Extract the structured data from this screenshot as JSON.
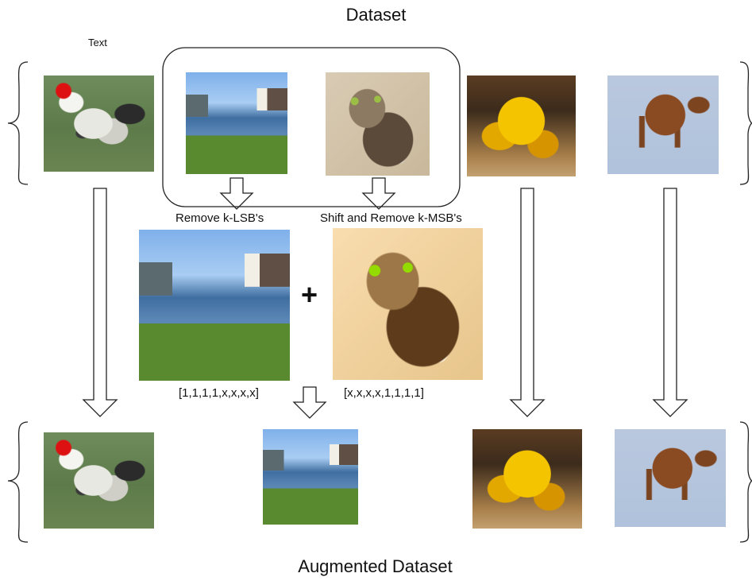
{
  "titles": {
    "top": "Dataset",
    "bottom": "Augmented Dataset"
  },
  "labels": {
    "text_placeholder": "Text",
    "remove_lsb": "Remove k-LSB's",
    "shift_remove_msb": "Shift and Remove k-MSB's",
    "lsb_mask": "[1,1,1,1,x,x,x,x]",
    "msb_mask": "[x,x,x,x,1,1,1,1]",
    "plus": "+"
  },
  "images": {
    "top_row": [
      "rooster",
      "river",
      "cat",
      "yellow-car",
      "brown-deer"
    ],
    "middle_row": [
      "river-lsb-removed",
      "cat-msb-shifted"
    ],
    "bottom_row": [
      "rooster",
      "stego-river",
      "yellow-car",
      "brown-deer"
    ]
  },
  "colors": {
    "stroke": "#222222",
    "background": "#ffffff"
  }
}
